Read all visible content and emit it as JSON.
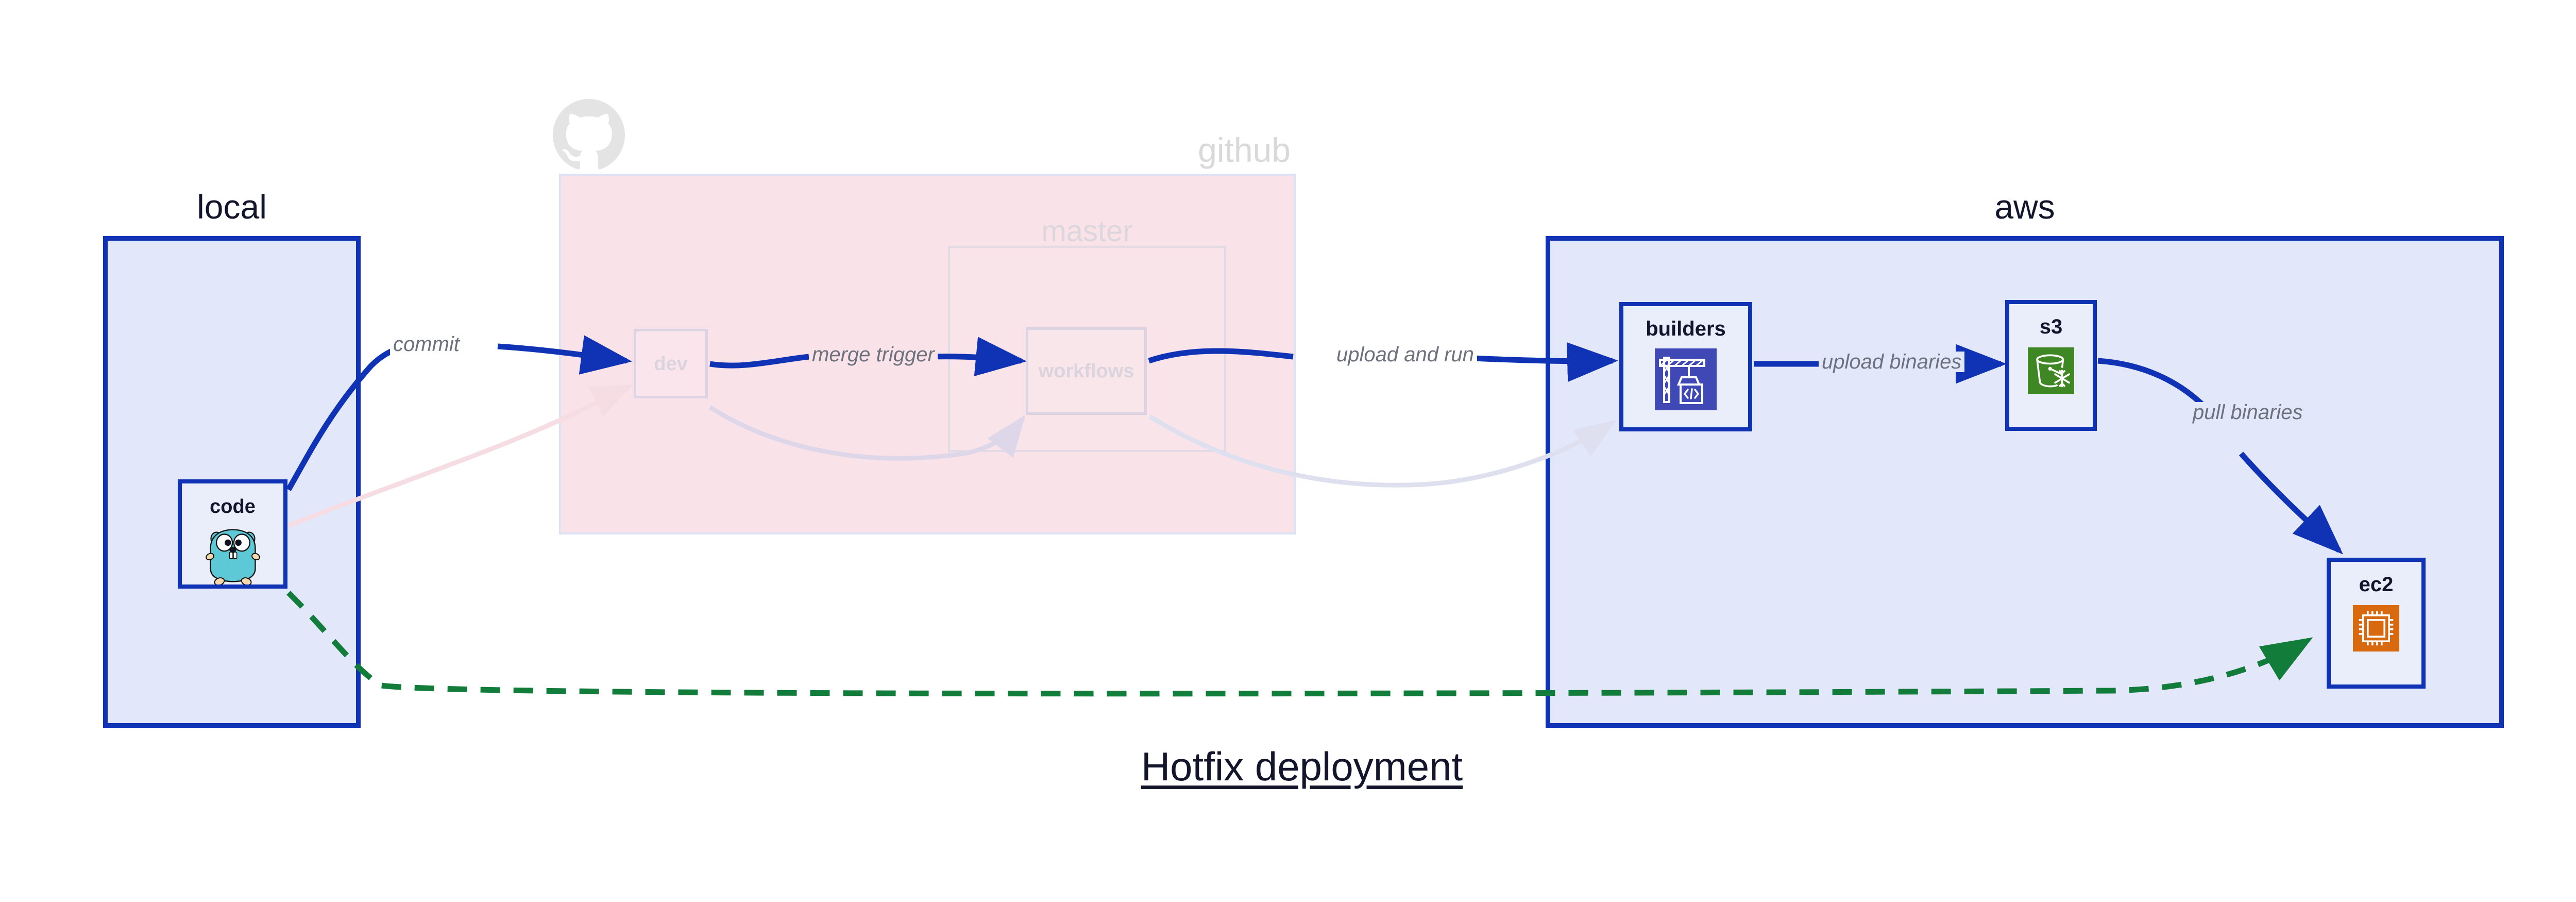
{
  "title": "Hotfix deployment",
  "groups": [
    {
      "id": "local",
      "label": "local"
    },
    {
      "id": "github",
      "label": "github"
    },
    {
      "id": "master",
      "label": "master"
    },
    {
      "id": "aws",
      "label": "aws"
    }
  ],
  "nodes": [
    {
      "id": "code",
      "label": "code",
      "icon": "go-gopher-icon"
    },
    {
      "id": "dev",
      "label": "dev",
      "icon": "none"
    },
    {
      "id": "workflows",
      "label": "workflows",
      "icon": "none"
    },
    {
      "id": "builders",
      "label": "builders",
      "icon": "aws-codebuild-crane-icon"
    },
    {
      "id": "s3",
      "label": "s3",
      "icon": "aws-s3-bucket-snowflake-icon"
    },
    {
      "id": "ec2",
      "label": "ec2",
      "icon": "aws-ec2-chip-icon"
    }
  ],
  "edges": [
    {
      "id": "commit",
      "label": "commit",
      "from": "code",
      "to": "dev",
      "style": "solid",
      "color": "#1033b5"
    },
    {
      "id": "merge-trigger",
      "label": "merge trigger",
      "from": "dev",
      "to": "workflows",
      "style": "solid",
      "color": "#1033b5"
    },
    {
      "id": "upload-and-run",
      "label": "upload and run",
      "from": "workflows",
      "to": "builders",
      "style": "solid",
      "color": "#1033b5"
    },
    {
      "id": "upload-binaries",
      "label": "upload binaries",
      "from": "builders",
      "to": "s3",
      "style": "solid",
      "color": "#1033b5"
    },
    {
      "id": "pull-binaries",
      "label": "pull binaries",
      "from": "s3",
      "to": "ec2",
      "style": "solid",
      "color": "#1033b5"
    },
    {
      "id": "code-to-dev-faded",
      "label": "",
      "from": "code",
      "to": "dev",
      "style": "faded-pink",
      "color": "#f6dde4"
    },
    {
      "id": "dev-to-workflows-faded",
      "label": "",
      "from": "dev",
      "to": "workflows",
      "style": "faded-lavender",
      "color": "#ded7ea"
    },
    {
      "id": "workflows-to-builders-faded",
      "label": "",
      "from": "workflows",
      "to": "builders",
      "style": "faded-lavender",
      "color": "#dfe0ef"
    },
    {
      "id": "code-to-ec2-dashed",
      "label": "",
      "from": "code",
      "to": "ec2",
      "style": "dashed-green",
      "color": "#127c3b"
    }
  ],
  "colors": {
    "group_fill_blue": "#e3e7fa",
    "group_border_blue": "#1033b5",
    "github_fill_pink": "#f9e3e9",
    "node_fill": "#eaeefb",
    "edge_blue": "#1033b5",
    "edge_green": "#127c3b",
    "label_gray": "#6d717e",
    "text_dark": "#12152b",
    "faded_text": "#dcd4dd",
    "gopher_body": "#5dc9d6",
    "codebuild_purple": "#3f48b5",
    "s3_green": "#3f8624",
    "ec2_orange": "#d9690f"
  }
}
